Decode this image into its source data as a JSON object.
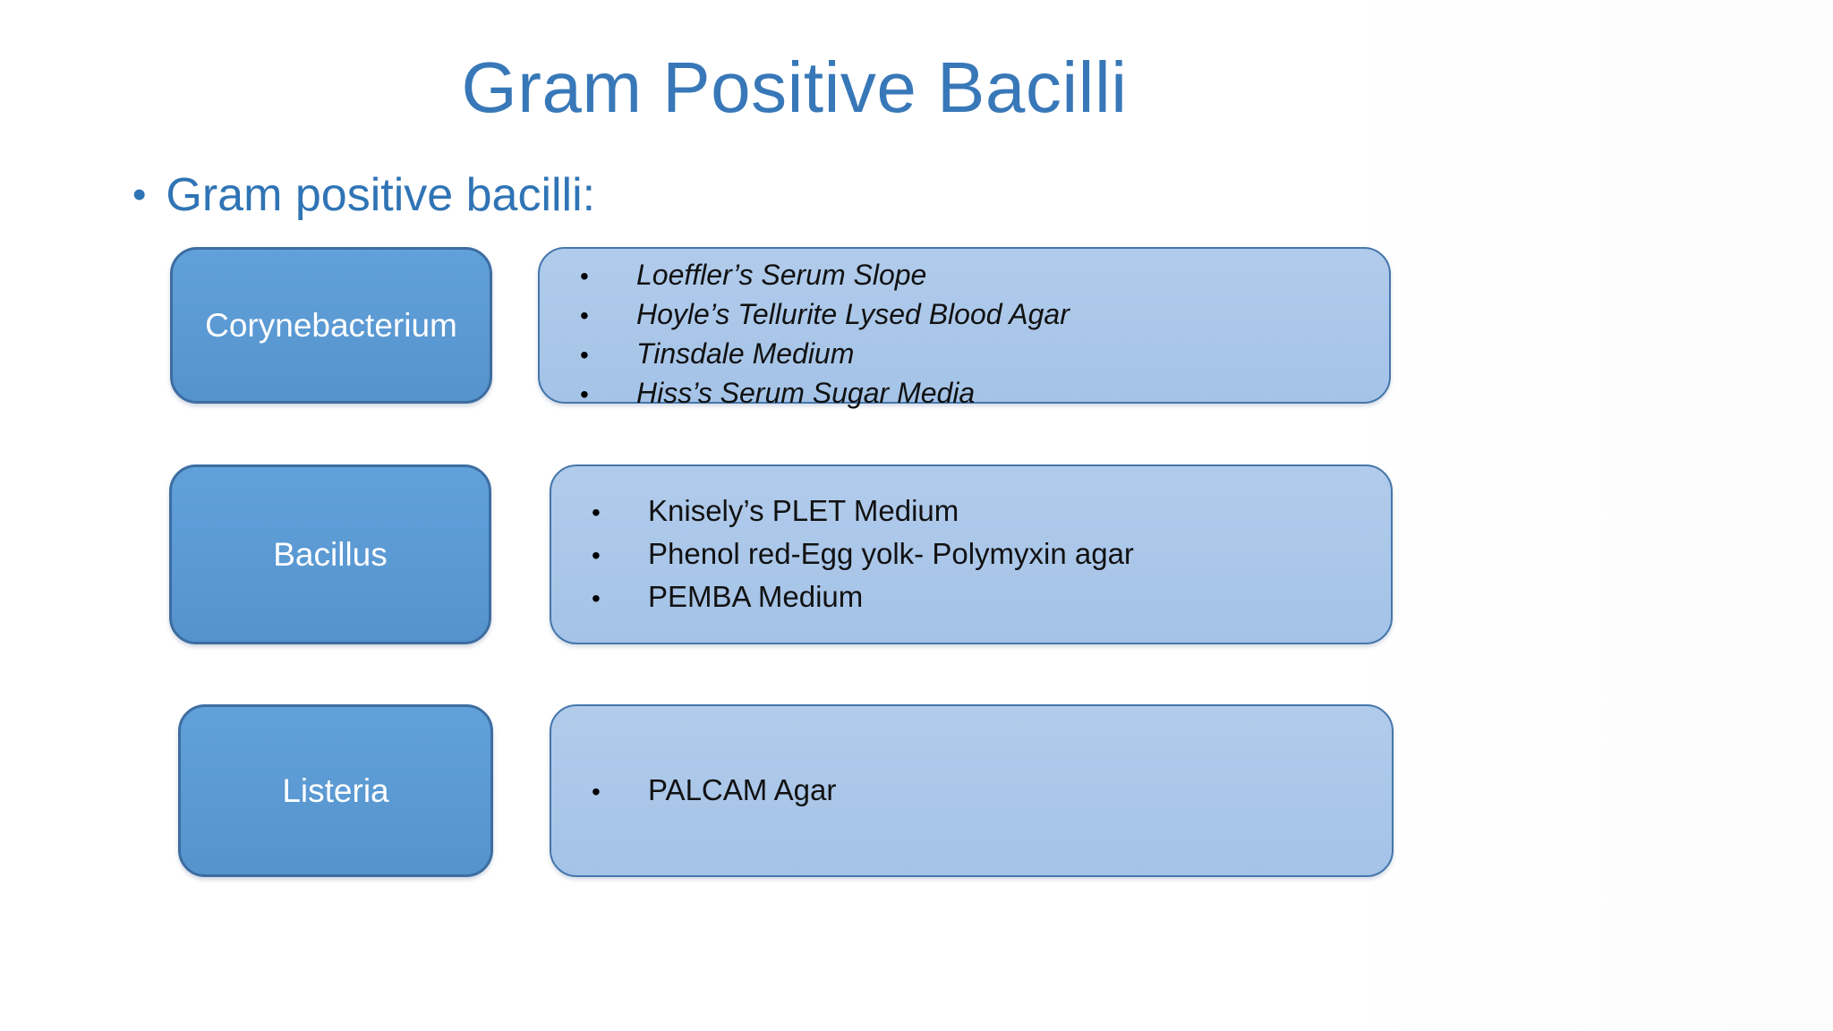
{
  "slide": {
    "title": "Gram Positive Bacilli",
    "heading": "Gram positive bacilli:",
    "bullet_char": "•",
    "colors": {
      "title_blue": "#3878b8",
      "heading_blue": "#2f74b5",
      "organism_box_fill": "#5b9bd5",
      "organism_box_border": "#3d6da1",
      "media_box_fill": "#a9c6e8",
      "media_box_border": "#4576ab",
      "organism_text": "#ffffff",
      "media_text": "#111111",
      "background": "#ffffff"
    },
    "rows": [
      {
        "organism": "Corynebacterium",
        "italic": true,
        "media": [
          "Loeffler’s Serum Slope",
          "Hoyle’s Tellurite Lysed Blood Agar",
          "Tinsdale Medium",
          "Hiss’s Serum Sugar Media"
        ]
      },
      {
        "organism": "Bacillus",
        "italic": false,
        "media": [
          "Knisely’s PLET Medium",
          "Phenol red-Egg yolk- Polymyxin agar",
          "PEMBA Medium"
        ]
      },
      {
        "organism": "Listeria",
        "italic": false,
        "media": [
          "PALCAM Agar"
        ]
      }
    ]
  }
}
